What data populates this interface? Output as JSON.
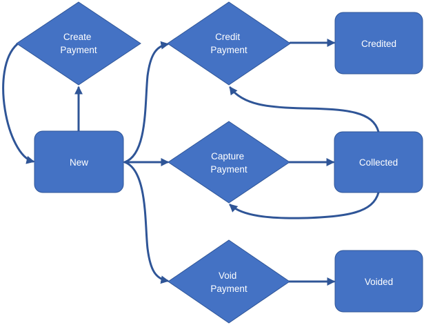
{
  "colors": {
    "node_fill": "#4472c4",
    "node_stroke": "#2f5597",
    "edge": "#2f5597",
    "label": "#ffffff"
  },
  "nodes": {
    "create_payment": {
      "shape": "diamond",
      "label": [
        "Create",
        "Payment"
      ]
    },
    "new": {
      "shape": "rounded-rect",
      "label": [
        "New"
      ]
    },
    "credit_payment": {
      "shape": "diamond",
      "label": [
        "Credit",
        "Payment"
      ]
    },
    "capture_payment": {
      "shape": "diamond",
      "label": [
        "Capture",
        "Payment"
      ]
    },
    "void_payment": {
      "shape": "diamond",
      "label": [
        "Void",
        "Payment"
      ]
    },
    "credited": {
      "shape": "rounded-rect",
      "label": [
        "Credited"
      ]
    },
    "collected": {
      "shape": "rounded-rect",
      "label": [
        "Collected"
      ]
    },
    "voided": {
      "shape": "rounded-rect",
      "label": [
        "Voided"
      ]
    }
  },
  "edges": [
    {
      "from": "create_payment",
      "to": "new"
    },
    {
      "from": "new",
      "to": "create_payment"
    },
    {
      "from": "new",
      "to": "credit_payment"
    },
    {
      "from": "new",
      "to": "capture_payment"
    },
    {
      "from": "new",
      "to": "void_payment"
    },
    {
      "from": "credit_payment",
      "to": "credited"
    },
    {
      "from": "capture_payment",
      "to": "collected"
    },
    {
      "from": "void_payment",
      "to": "voided"
    },
    {
      "from": "collected",
      "to": "credit_payment"
    },
    {
      "from": "collected",
      "to": "capture_payment"
    }
  ]
}
